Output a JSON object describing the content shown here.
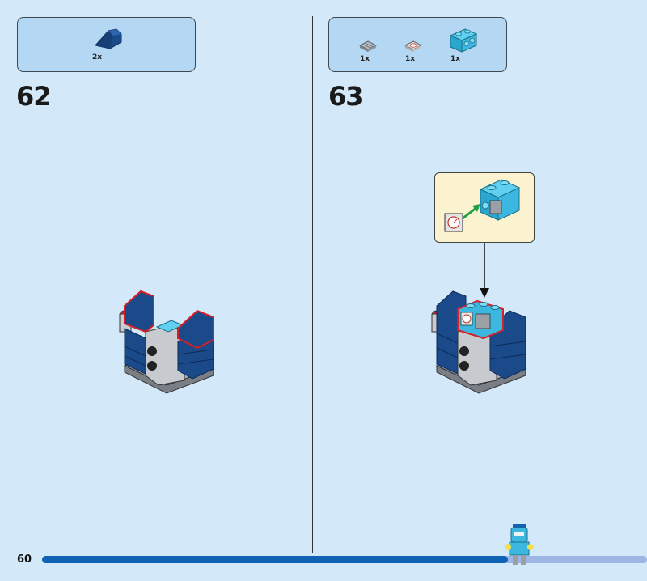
{
  "page_number": "60",
  "progress": 0.77,
  "steps": [
    {
      "number": "62",
      "parts": [
        {
          "name": "dark-blue-slope-brick",
          "qty": "2x",
          "color": "#1b4a8a"
        }
      ]
    },
    {
      "number": "63",
      "parts": [
        {
          "name": "gray-grille-tile",
          "qty": "1x",
          "color": "#9aa0a6"
        },
        {
          "name": "printed-gauge-tile",
          "qty": "1x",
          "color": "#d9d9d9"
        },
        {
          "name": "azure-brick-with-side-studs",
          "qty": "1x",
          "color": "#3cb8e0"
        }
      ]
    }
  ],
  "colors": {
    "background": "#d3e9f9",
    "parts_box": "#b4d8f3",
    "callout": "#fbf2cf",
    "highlight_outline": "#d61f26",
    "progress_fill": "#1062b4",
    "progress_track": "#9db6e3",
    "dark_blue_brick": "#1b4a8a",
    "azure_brick": "#3cb8e0"
  }
}
